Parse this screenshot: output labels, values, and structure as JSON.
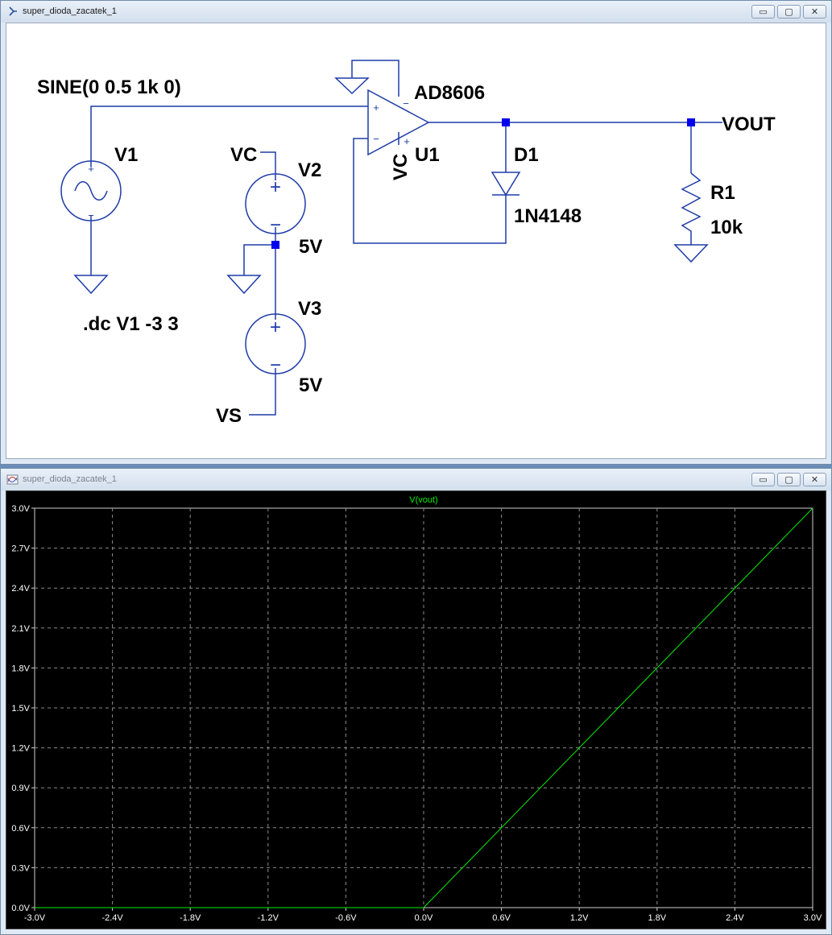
{
  "schematic_window": {
    "title": "super_dioda_zacatek_1",
    "buttons": {
      "minimize": "▭",
      "maximize": "▢",
      "close": "✕"
    }
  },
  "plot_window": {
    "title": "super_dioda_zacatek_1",
    "buttons": {
      "minimize": "▭",
      "maximize": "▢",
      "close": "✕"
    }
  },
  "schematic": {
    "source_value": "SINE(0 0.5 1k 0)",
    "v1_name": "V1",
    "dc_directive": ".dc V1 -3 3",
    "vc_net": "VC",
    "v2_name": "V2",
    "v2_value": "5V",
    "v3_name": "V3",
    "v3_value": "5V",
    "vs_net": "VS",
    "opamp_model": "AD8606",
    "opamp_name": "U1",
    "opamp_supply": "VC",
    "diode_name": "D1",
    "diode_model": "1N4148",
    "out_net": "VOUT",
    "r1_name": "R1",
    "r1_value": "10k",
    "plus": "+",
    "minus": "−"
  },
  "colors": {
    "wire": "#1f3ca8",
    "trace": "#00ee00",
    "plot_bg": "#000000",
    "grid": "#8a8a8a"
  },
  "chart_data": {
    "type": "line",
    "title": "V(vout)",
    "xlabel": "",
    "ylabel": "",
    "xlim": [
      -3.0,
      3.0
    ],
    "ylim": [
      0.0,
      3.0
    ],
    "x_ticks": [
      "-3.0V",
      "-2.4V",
      "-1.8V",
      "-1.2V",
      "-0.6V",
      "0.0V",
      "0.6V",
      "1.2V",
      "1.8V",
      "2.4V",
      "3.0V"
    ],
    "y_ticks": [
      "0.0V",
      "0.3V",
      "0.6V",
      "0.9V",
      "1.2V",
      "1.5V",
      "1.8V",
      "2.1V",
      "2.4V",
      "2.7V",
      "3.0V"
    ],
    "grid": true,
    "series": [
      {
        "name": "V(vout)",
        "x": [
          -3.0,
          0.0,
          3.0
        ],
        "y": [
          0.0,
          0.0,
          3.0
        ]
      }
    ]
  }
}
